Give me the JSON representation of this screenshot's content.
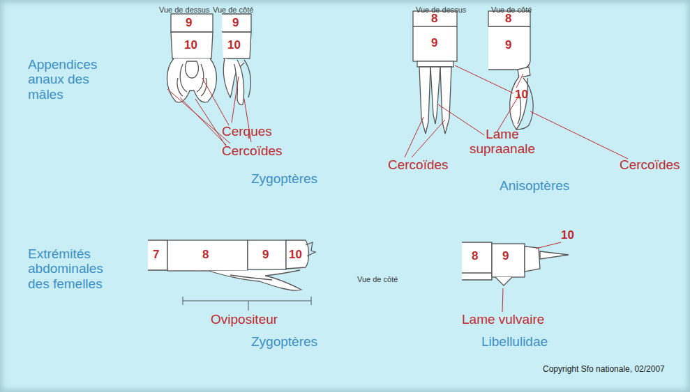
{
  "diagram": {
    "labels": [
      "Vue de dessus",
      "Vue de côté",
      "Vue de dessus",
      "Vue de côté",
      "Appendices anaux des mâles",
      "9",
      "10",
      "9",
      "10",
      "Cerques",
      "Cercoïdes",
      "Zygoptères",
      "8",
      "9",
      "8",
      "9",
      "10",
      "Lame supraanale",
      "Cercoïdes",
      "Cercoïdes",
      "Anisoptères",
      "Extrémités abdominales des femelles",
      "7",
      "8",
      "9",
      "10",
      "Ovipositeur",
      "Zygoptères",
      "Vue de côté",
      "8",
      "9",
      "10",
      "Lame vulvaire",
      "Libellulidae",
      "Copyright Sfo nationale, 02/2007"
    ]
  }
}
